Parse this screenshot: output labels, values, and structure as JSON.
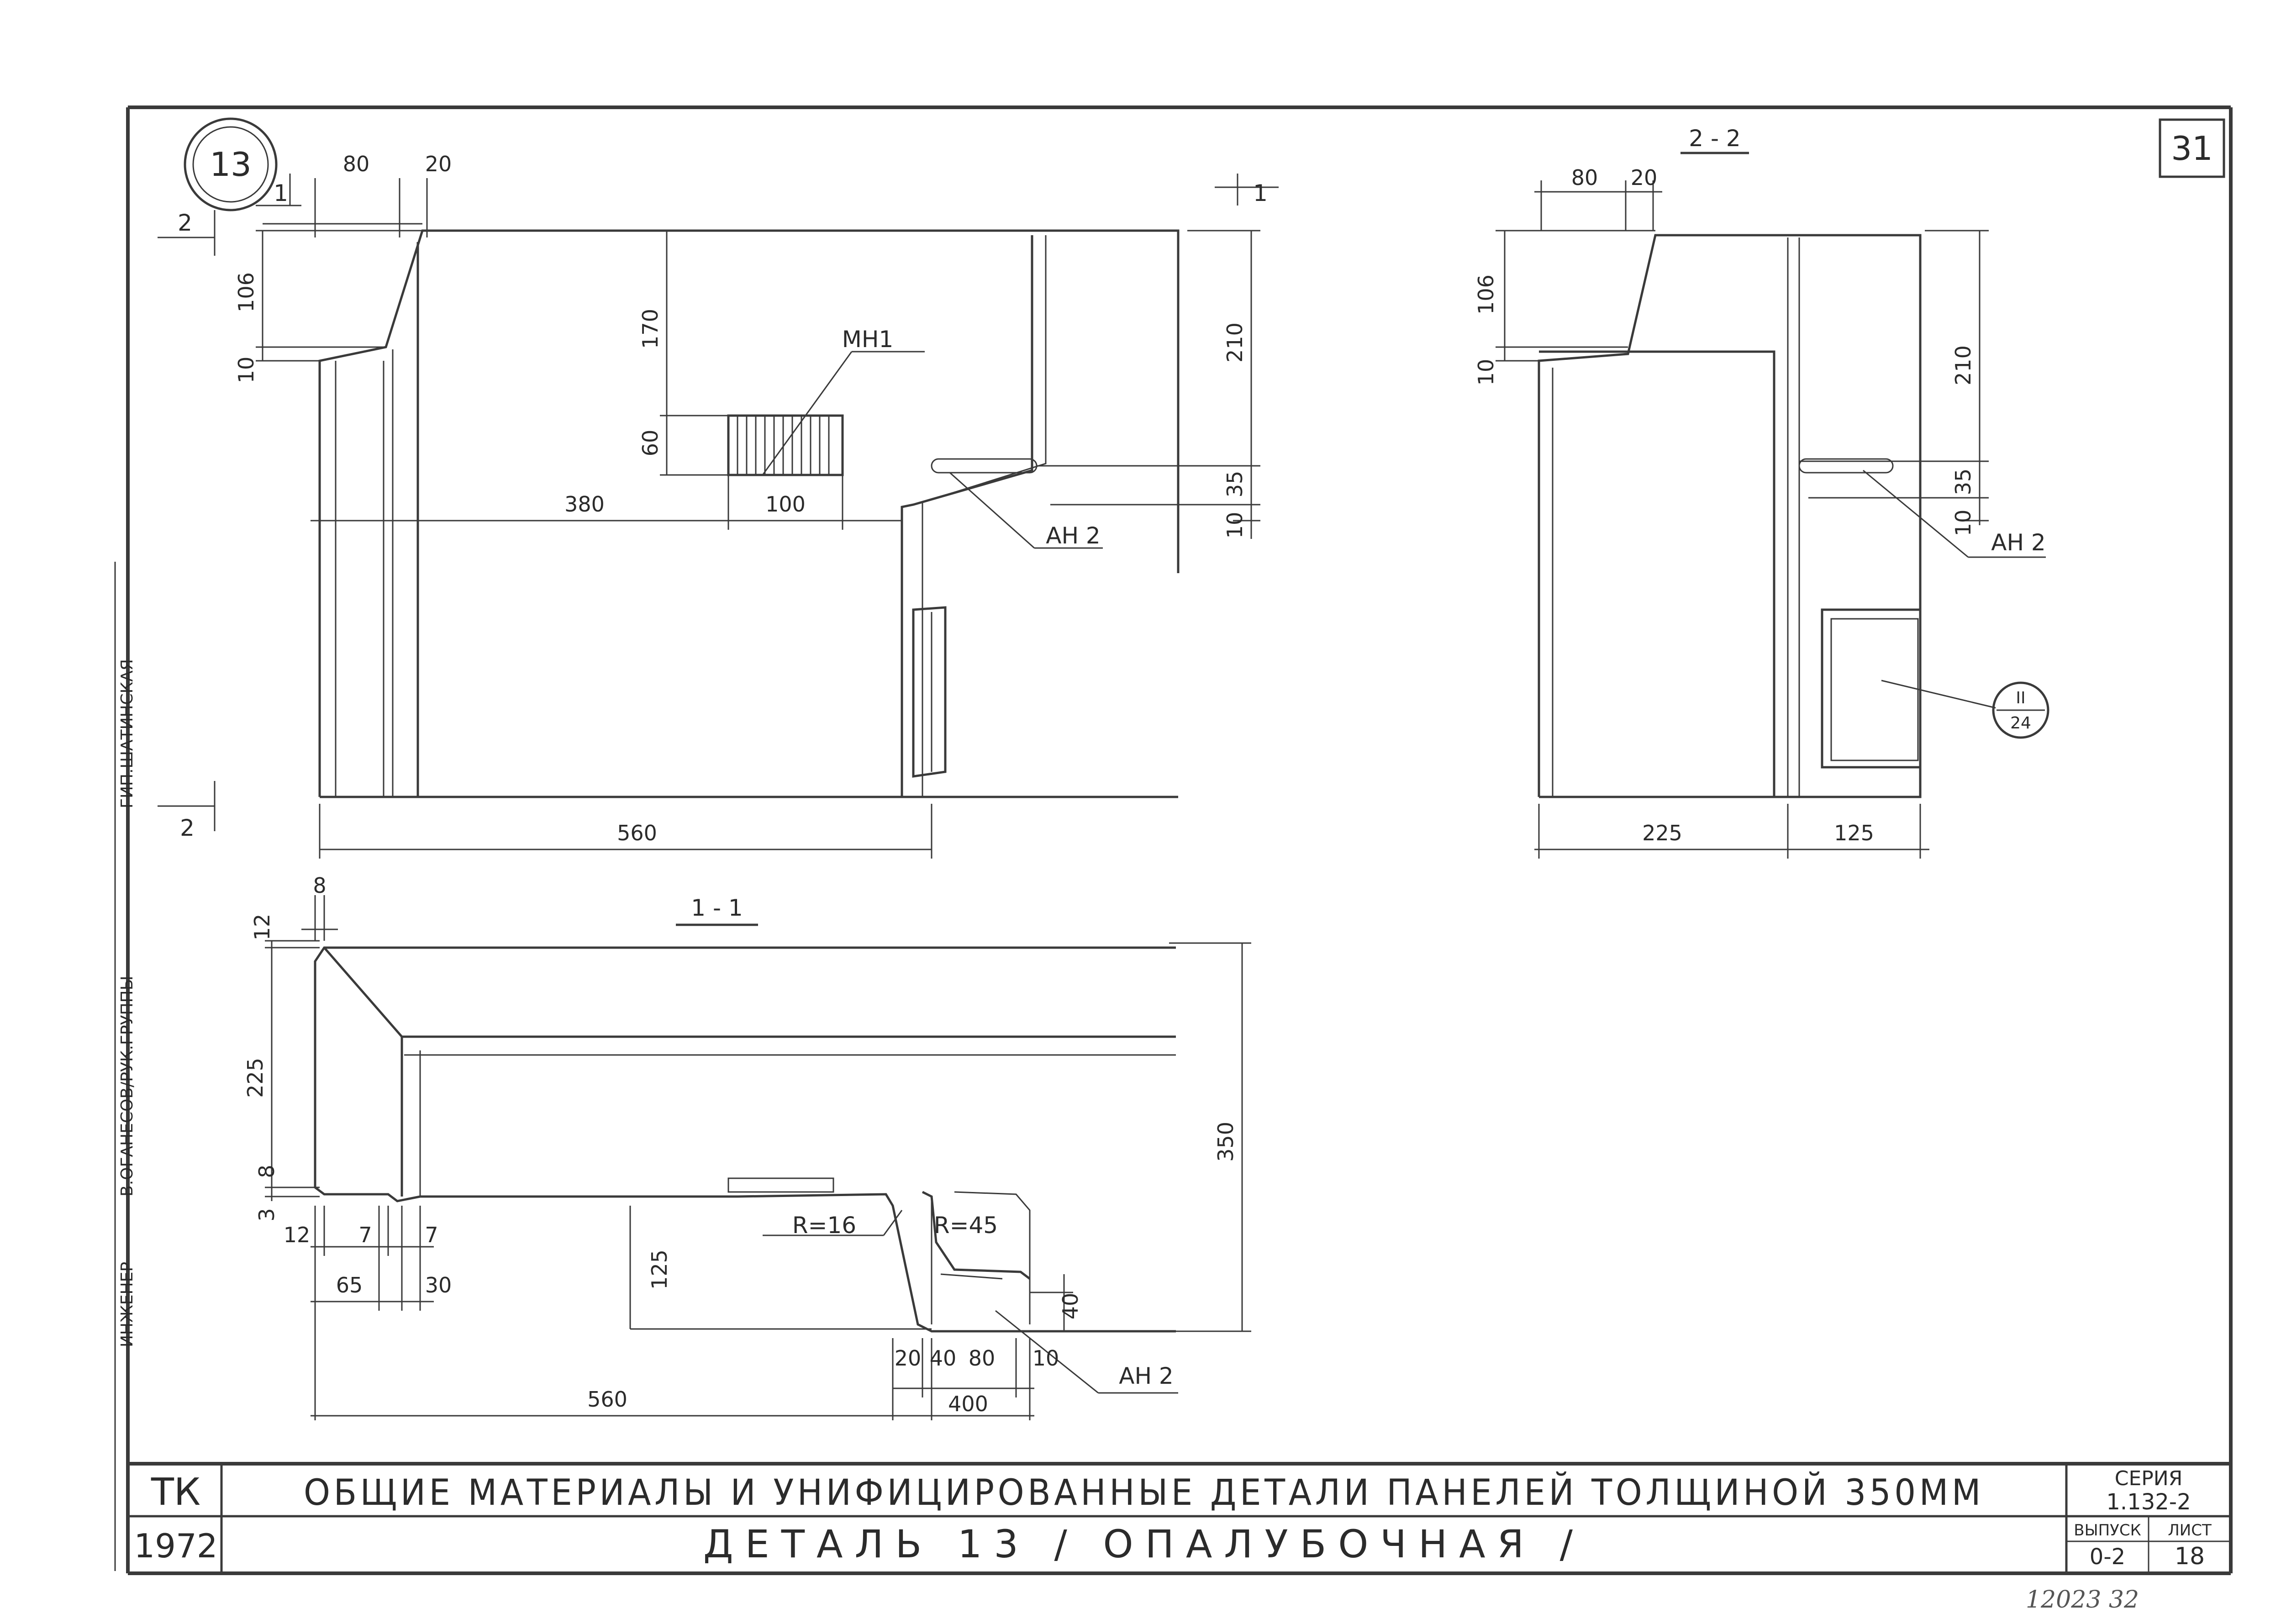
{
  "sheet_number": "31",
  "detail_badge": "13",
  "sections": {
    "s22": "2 - 2",
    "s11": "1 - 1",
    "cut1_top": "1",
    "cut1_left": "1",
    "cut2_top": "2",
    "cut2_bottom": "2"
  },
  "callouts": {
    "mn1": "МН1",
    "an2": "АН 2",
    "an2_s22": "АН 2",
    "an2_s11": "АН 2",
    "r16": "R=16",
    "r45": "R=45",
    "ref_top": "II",
    "ref_bottom": "24"
  },
  "dims_main": {
    "d80": "80",
    "d20": "20",
    "d106": "106",
    "d10": "10",
    "d170": "170",
    "d60": "60",
    "d380": "380",
    "d100": "100",
    "d210": "210",
    "d35": "35",
    "d10b": "10",
    "d560": "560"
  },
  "dims_s22": {
    "d80": "80",
    "d20": "20",
    "d106": "106",
    "d10": "10",
    "d210": "210",
    "d35": "35",
    "d10b": "10",
    "d225": "225",
    "d125": "125"
  },
  "dims_s11": {
    "d8": "8",
    "d12": "12",
    "d225": "225",
    "d8b": "8",
    "d3": "3",
    "d12b": "12",
    "d7": "7",
    "d7b": "7",
    "d65": "65",
    "d30": "30",
    "d125": "125",
    "d350": "350",
    "d560": "560",
    "d20": "20",
    "d40": "40",
    "d80": "80",
    "d10": "10",
    "d400": "400",
    "d40v": "40"
  },
  "title_block": {
    "org": "ТК",
    "year": "1972",
    "title": "ОБЩИЕ МАТЕРИАЛЫ И УНИФИЦИРОВАННЫЕ ДЕТАЛИ ПАНЕЛЕЙ ТОЛЩИНОЙ 350ММ",
    "subtitle": "ДЕТАЛЬ 13   / ОПАЛУБОЧНАЯ /",
    "series_label": "СЕРИЯ",
    "series_value": "1.132-2",
    "issue_label": "ВЫПУСК",
    "issue_value": "0-2",
    "sheet_label": "ЛИСТ",
    "sheet_value": "18",
    "footnote": "12023   32"
  },
  "side_stamp": {
    "engineer": "ИНЖЕНЕР",
    "group_lead": "В.ОГАНЕСОВ/РУК.ГРУППЫ",
    "chief": "ГИП.ШАТИНСКАЯ"
  }
}
